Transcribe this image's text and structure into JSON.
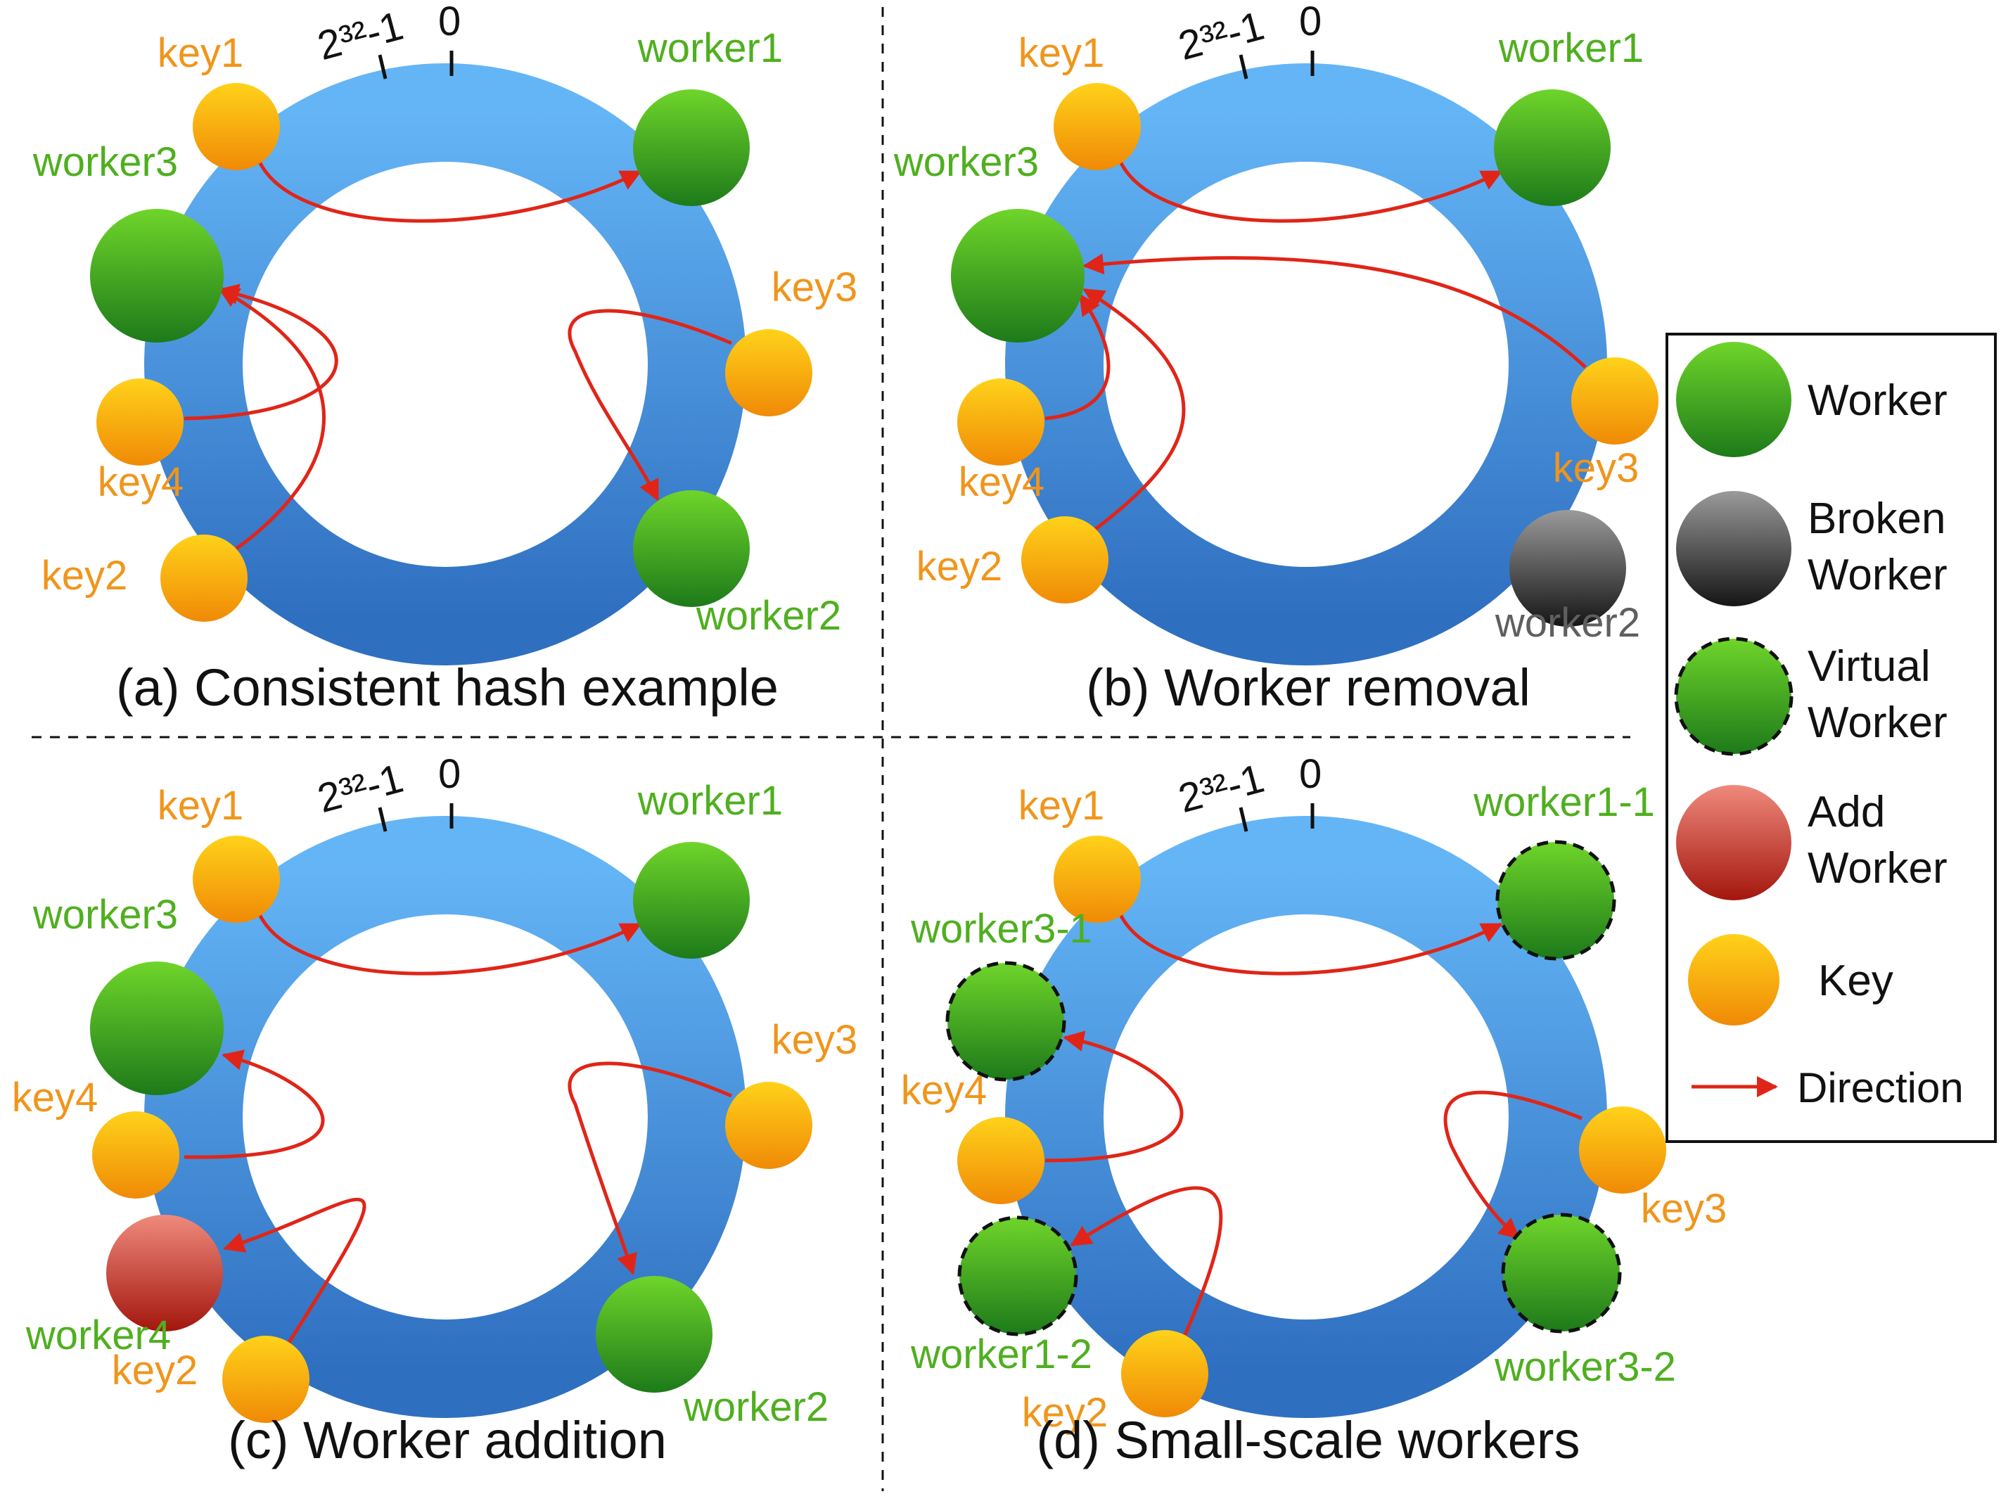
{
  "colors": {
    "key_label": "#f0951b",
    "worker_label": "#4faf1f",
    "broken_label": "#5f5f5f",
    "arrow": "#e02518",
    "ring_top": "#64b5f6",
    "ring_bottom": "#2f6fc0",
    "caption": "#111111",
    "tick_text": "#111111"
  },
  "ring_ticks": {
    "max_label": "2³²-1",
    "zero_label": "0"
  },
  "panels": [
    {
      "id": "a",
      "caption": "(a) Consistent hash example",
      "nodes": [
        {
          "id": "key1",
          "label": "key1",
          "kind": "key"
        },
        {
          "id": "worker1",
          "label": "worker1",
          "kind": "worker"
        },
        {
          "id": "worker3",
          "label": "worker3",
          "kind": "worker"
        },
        {
          "id": "key3",
          "label": "key3",
          "kind": "key"
        },
        {
          "id": "key4",
          "label": "key4",
          "kind": "key"
        },
        {
          "id": "key2",
          "label": "key2",
          "kind": "key"
        },
        {
          "id": "worker2",
          "label": "worker2",
          "kind": "worker"
        }
      ],
      "arrows": [
        {
          "from": "key1",
          "to": "worker1"
        },
        {
          "from": "key4",
          "to": "worker3"
        },
        {
          "from": "key2",
          "to": "worker3"
        },
        {
          "from": "key3",
          "to": "worker2"
        }
      ]
    },
    {
      "id": "b",
      "caption": "(b) Worker removal",
      "nodes": [
        {
          "id": "key1",
          "label": "key1",
          "kind": "key"
        },
        {
          "id": "worker1",
          "label": "worker1",
          "kind": "worker"
        },
        {
          "id": "worker3",
          "label": "worker3",
          "kind": "worker"
        },
        {
          "id": "key3",
          "label": "key3",
          "kind": "key"
        },
        {
          "id": "key4",
          "label": "key4",
          "kind": "key"
        },
        {
          "id": "key2",
          "label": "key2",
          "kind": "key"
        },
        {
          "id": "worker2",
          "label": "worker2",
          "kind": "broken"
        }
      ],
      "arrows": [
        {
          "from": "key1",
          "to": "worker1"
        },
        {
          "from": "key3",
          "to": "worker3"
        },
        {
          "from": "key4",
          "to": "worker3"
        },
        {
          "from": "key2",
          "to": "worker3"
        }
      ]
    },
    {
      "id": "c",
      "caption": "(c) Worker addition",
      "nodes": [
        {
          "id": "key1",
          "label": "key1",
          "kind": "key"
        },
        {
          "id": "worker1",
          "label": "worker1",
          "kind": "worker"
        },
        {
          "id": "worker3",
          "label": "worker3",
          "kind": "worker"
        },
        {
          "id": "key3",
          "label": "key3",
          "kind": "key"
        },
        {
          "id": "key4",
          "label": "key4",
          "kind": "key"
        },
        {
          "id": "worker4",
          "label": "worker4",
          "kind": "added"
        },
        {
          "id": "key2",
          "label": "key2",
          "kind": "key"
        },
        {
          "id": "worker2",
          "label": "worker2",
          "kind": "worker"
        }
      ],
      "arrows": [
        {
          "from": "key1",
          "to": "worker1"
        },
        {
          "from": "key4",
          "to": "worker3"
        },
        {
          "from": "key2",
          "to": "worker4"
        },
        {
          "from": "key3",
          "to": "worker2"
        }
      ]
    },
    {
      "id": "d",
      "caption": "(d) Small-scale workers",
      "nodes": [
        {
          "id": "key1",
          "label": "key1",
          "kind": "key"
        },
        {
          "id": "worker1-1",
          "label": "worker1-1",
          "kind": "virtual"
        },
        {
          "id": "worker3-1",
          "label": "worker3-1",
          "kind": "virtual"
        },
        {
          "id": "key4",
          "label": "key4",
          "kind": "key"
        },
        {
          "id": "key3",
          "label": "key3",
          "kind": "key"
        },
        {
          "id": "worker1-2",
          "label": "worker1-2",
          "kind": "virtual"
        },
        {
          "id": "worker3-2",
          "label": "worker3-2",
          "kind": "virtual"
        },
        {
          "id": "key2",
          "label": "key2",
          "kind": "key"
        }
      ],
      "arrows": [
        {
          "from": "key1",
          "to": "worker1-1"
        },
        {
          "from": "key4",
          "to": "worker3-1"
        },
        {
          "from": "key2",
          "to": "worker1-2"
        },
        {
          "from": "key3",
          "to": "worker3-2"
        }
      ]
    }
  ],
  "legend": {
    "items": [
      {
        "kind": "worker",
        "lines": [
          "Worker"
        ]
      },
      {
        "kind": "broken",
        "lines": [
          "Broken",
          "Worker"
        ]
      },
      {
        "kind": "virtual",
        "lines": [
          "Virtual",
          "Worker"
        ]
      },
      {
        "kind": "added",
        "lines": [
          "Add",
          "Worker"
        ]
      },
      {
        "kind": "key",
        "lines": [
          "Key"
        ]
      },
      {
        "kind": "arrow",
        "lines": [
          "Direction"
        ]
      }
    ]
  }
}
